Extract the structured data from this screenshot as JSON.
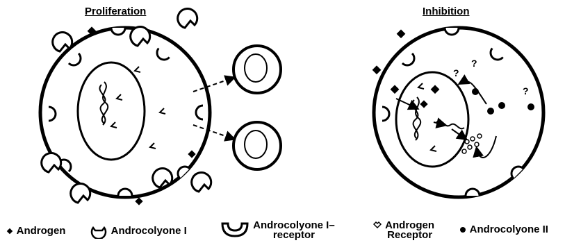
{
  "titles": {
    "left": "Proliferation",
    "right": "Inhibition"
  },
  "annotations": {
    "question_mark": "?"
  },
  "legend": {
    "androgen": "Androgen",
    "androcolyone_1": "Androcolyone I",
    "receptor_line1": "Androcolyone I–",
    "receptor_line2": "receptor",
    "androgen_receptor_line1": "Androgen",
    "androgen_receptor_line2": "Receptor",
    "androcolyone_2": "Androcolyone II"
  }
}
